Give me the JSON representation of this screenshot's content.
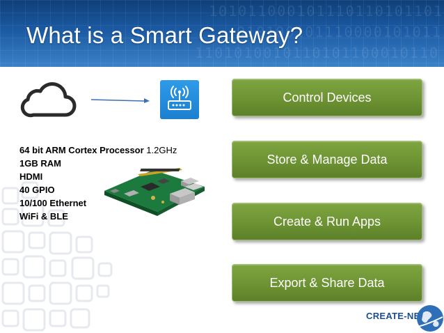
{
  "slide": {
    "title": "What is a Smart Gateway?",
    "banner_binary": [
      "1010110001011101101011010",
      "0101001011100001010111100",
      "1101010010110101100010110"
    ]
  },
  "specs": {
    "lines": [
      {
        "bold": "64 bit ARM Cortex Processor",
        "regular": " 1.2GHz"
      },
      {
        "bold": "1GB RAM",
        "regular": ""
      },
      {
        "bold": "HDMI",
        "regular": ""
      },
      {
        "bold": "40 GPIO",
        "regular": ""
      },
      {
        "bold": "10/100 Ethernet",
        "regular": ""
      },
      {
        "bold": "WiFi & BLE",
        "regular": ""
      }
    ]
  },
  "buttons": {
    "control": "Control Devices",
    "store": "Store & Manage Data",
    "create": "Create & Run Apps",
    "export": "Export & Share Data"
  },
  "logo": {
    "text": "CREATE-NET"
  },
  "icons": {
    "cloud": "cloud-icon",
    "router": "wifi-router-icon",
    "board": "raspberry-pi-board",
    "globe": "globe-icon"
  },
  "colors": {
    "banner": "#1b5aa3",
    "button_green": "#6b9132",
    "router_blue": "#1b7fcf",
    "logo_blue": "#1d4d8f"
  }
}
